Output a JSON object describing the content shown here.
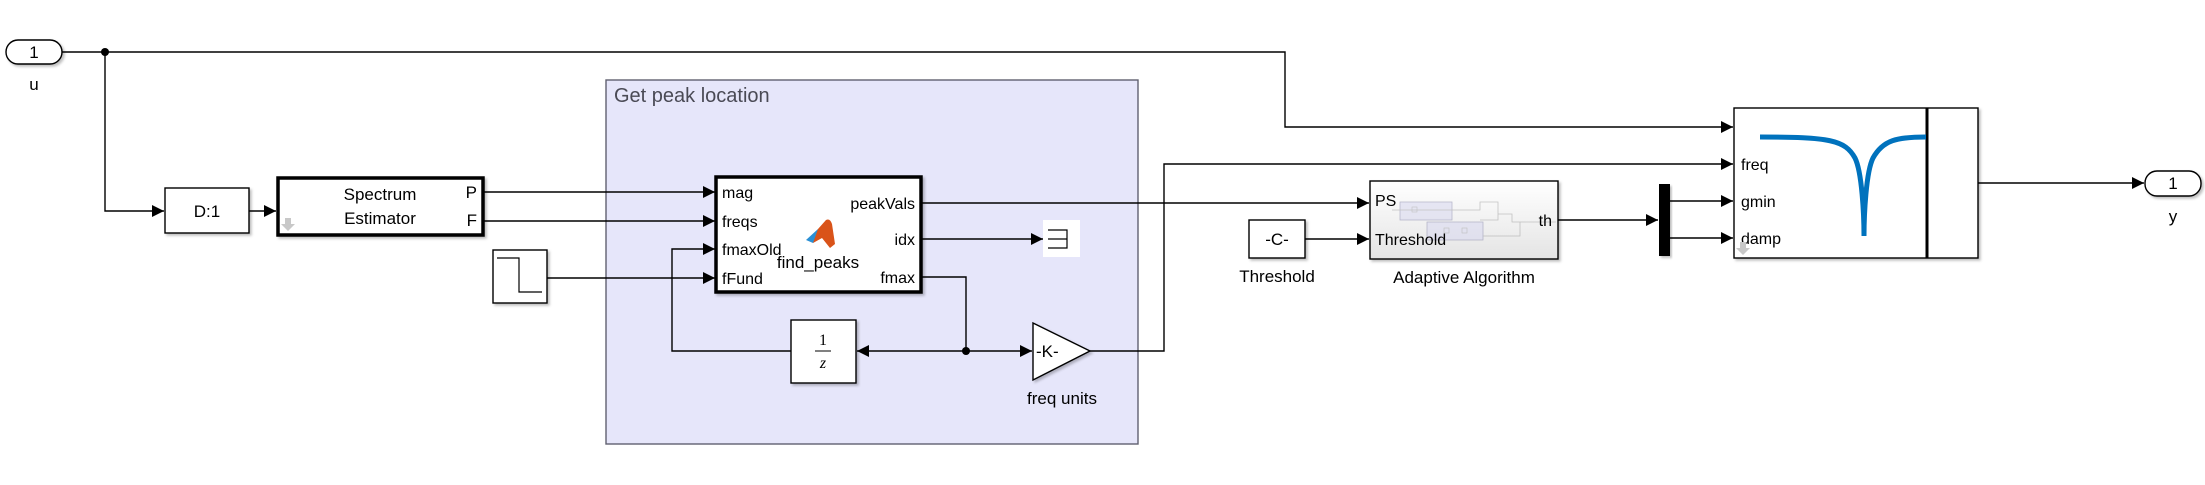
{
  "diagram": {
    "inport": {
      "number": "1",
      "name": "u"
    },
    "outport": {
      "number": "1",
      "name": "y"
    },
    "downsample": {
      "label": "D:1"
    },
    "spectrum_estimator": {
      "title_line1": "Spectrum",
      "title_line2": "Estimator",
      "outputs": [
        "P",
        "F"
      ]
    },
    "area": {
      "title": "Get peak location"
    },
    "find_peaks": {
      "name": "find_peaks",
      "inputs": [
        "mag",
        "freqs",
        "fmaxOld",
        "fFund"
      ],
      "outputs": [
        "peakVals",
        "idx",
        "fmax"
      ]
    },
    "unit_delay": {
      "numerator": "1",
      "denominator": "z"
    },
    "gain": {
      "value": "-K-",
      "name": "freq units"
    },
    "constant": {
      "value": "-C-",
      "name": "Threshold"
    },
    "adaptive": {
      "name": "Adaptive Algorithm",
      "inputs": [
        "PS",
        "Threshold"
      ],
      "outputs": [
        "th"
      ]
    },
    "notch_filter": {
      "inputs": [
        "",
        "freq",
        "gmin",
        "damp"
      ]
    },
    "colors": {
      "area_fill": "#e6e6fa",
      "notch_curve": "#0072bd",
      "matlab_icon_orange": "#d95319",
      "matlab_icon_blue": "#2a8fd4"
    }
  }
}
